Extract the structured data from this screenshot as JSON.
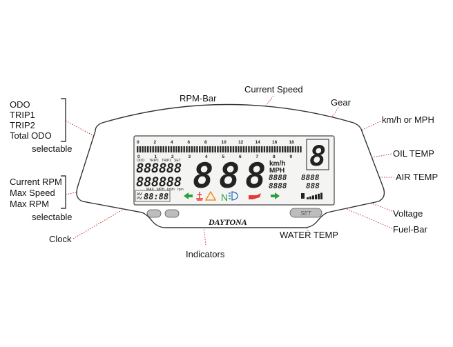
{
  "left_groups": {
    "modes": [
      "ODO",
      "TRIP1",
      "TRIP2",
      "Total ODO"
    ],
    "modes_note": "selectable",
    "rpm_modes": [
      "Current RPM",
      "Max Speed",
      "Max RPM"
    ],
    "rpm_note": "selectable",
    "clock": "Clock"
  },
  "callouts": {
    "rpm_bar": "RPM-Bar",
    "current_speed": "Current Speed",
    "gear": "Gear",
    "kmh_mph": "km/h or MPH",
    "oil_temp": "OIL TEMP",
    "air_temp": "AIR TEMP",
    "voltage": "Voltage",
    "fuel_bar": "Fuel-Bar",
    "water_temp": "WATER TEMP",
    "indicators": "Indicators"
  },
  "display": {
    "rpm_scale_top": [
      "0",
      "2",
      "4",
      "6",
      "8",
      "10",
      "12",
      "14",
      "16",
      "18"
    ],
    "rpm_scale_bottom": [
      "0",
      "1",
      "2",
      "3",
      "4",
      "5",
      "6",
      "7",
      "8",
      "9"
    ],
    "odo_value": "888888",
    "rpm_value": "888888",
    "speed_digits": [
      "8",
      "8",
      "8"
    ],
    "gear_digit": "8",
    "unit_kmh": "km/h",
    "unit_mph": "MPH",
    "oil_value": "8888",
    "air_value": "8888",
    "water_value": "8888",
    "voltage_value": "888",
    "clock_value": "88:88",
    "clock_am": "AM",
    "clock_pm": "PM",
    "sub_labels_top": [
      "ODO",
      "TRIP1",
      "TRIP2",
      "SET"
    ],
    "sub_labels_bottom": [
      "MAX",
      "MPH",
      "km/h",
      "rpm"
    ],
    "brand": "DAYTONA",
    "set_button": "SET",
    "indicator_neutral": "N",
    "colors": {
      "turn_signal": "#2e9e3e",
      "warning": "#e53935",
      "hazard": "#f57c00",
      "neutral": "#2e9e3e",
      "high_beam": "#1565c0",
      "leader": "#c62828"
    }
  }
}
